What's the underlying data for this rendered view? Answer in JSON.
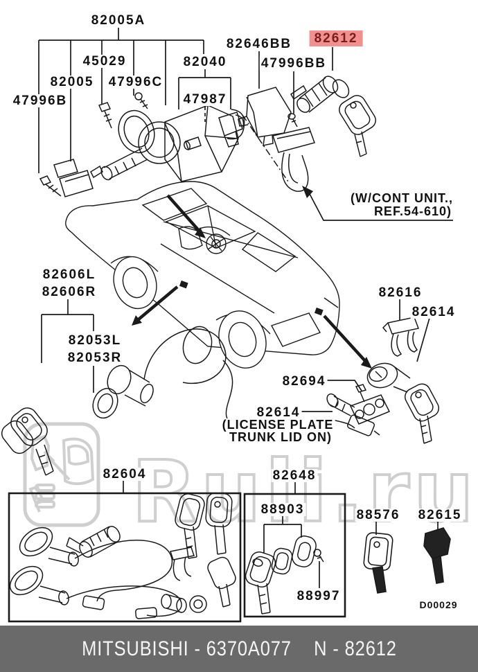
{
  "diagram": {
    "callouts": {
      "p82005a": "82005A",
      "p45029": "45029",
      "p82005": "82005",
      "p47996c": "47996C",
      "p47996b": "47996B",
      "p82040": "82040",
      "p47987": "47987",
      "p82646bb": "82646BB",
      "p47996bb": "47996BB",
      "p82612": "82612",
      "p82606l": "82606L",
      "p82606r": "82606R",
      "p82053l": "82053L",
      "p82053r": "82053R",
      "p82616": "82616",
      "p82614_trunk": "82614",
      "p82694": "82694",
      "p82614_plate": "82614",
      "p82604": "82604",
      "p82648": "82648",
      "p88903": "88903",
      "p88997": "88997",
      "p88576": "88576",
      "p82615": "82615"
    },
    "notes": {
      "cont_unit_line1": "(W/CONT UNIT.,",
      "cont_unit_line2": "REF.54-610)",
      "license_line1": "(LICENSE PLATE",
      "license_line2": "TRUNK LID ON)",
      "drawing_code": "D00029"
    },
    "highlighted_part": "82612"
  },
  "watermark": {
    "text": "Ruli.ru"
  },
  "footer": {
    "left": "MITSUBISHI - 6370A077",
    "right": "N - 82612"
  },
  "colors": {
    "highlight_bg": "#f29090",
    "highlight_text": "#7a1c1c",
    "footer_bg": "#6a6a6a",
    "footer_text": "#f5f5f5",
    "watermark": "#cfcfcf",
    "line": "#1a1a1a"
  }
}
